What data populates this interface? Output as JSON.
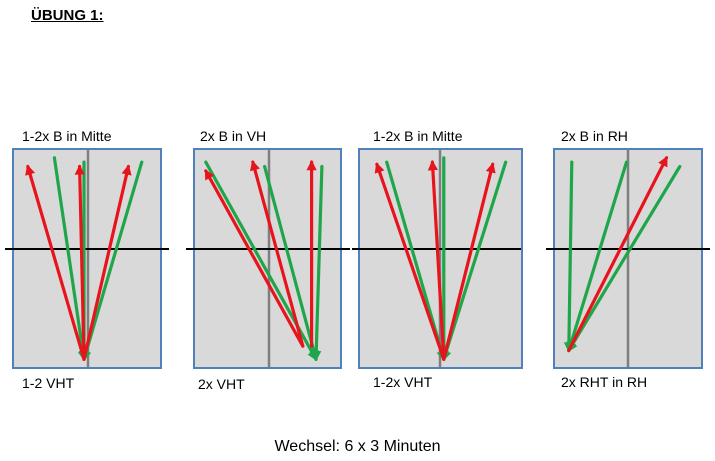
{
  "title": "ÜBUNG 1:",
  "panels": [
    {
      "top_label": "1-2x B in Mitte",
      "bottom_label": "1-2 VHT",
      "arrows": [
        {
          "color": "green",
          "from": [
            0.28,
            0.04
          ],
          "to": [
            0.48,
            0.96
          ]
        },
        {
          "color": "green",
          "from": [
            0.48,
            0.06
          ],
          "to": [
            0.48,
            0.96
          ]
        },
        {
          "color": "green",
          "from": [
            0.87,
            0.06
          ],
          "to": [
            0.48,
            0.96
          ]
        },
        {
          "color": "red",
          "from": [
            0.48,
            0.96
          ],
          "to": [
            0.1,
            0.08
          ]
        },
        {
          "color": "red",
          "from": [
            0.48,
            0.96
          ],
          "to": [
            0.45,
            0.08
          ]
        },
        {
          "color": "red",
          "from": [
            0.48,
            0.96
          ],
          "to": [
            0.78,
            0.08
          ]
        }
      ]
    },
    {
      "top_label": "2x B in VH",
      "bottom_label": "2x VHT",
      "arrows": [
        {
          "color": "green",
          "from": [
            0.08,
            0.06
          ],
          "to": [
            0.83,
            0.96
          ]
        },
        {
          "color": "green",
          "from": [
            0.48,
            0.08
          ],
          "to": [
            0.83,
            0.96
          ]
        },
        {
          "color": "green",
          "from": [
            0.87,
            0.08
          ],
          "to": [
            0.83,
            0.96
          ]
        },
        {
          "color": "red",
          "from": [
            0.74,
            0.9
          ],
          "to": [
            0.08,
            0.1
          ]
        },
        {
          "color": "red",
          "from": [
            0.74,
            0.9
          ],
          "to": [
            0.4,
            0.06
          ]
        },
        {
          "color": "red",
          "from": [
            0.8,
            0.9
          ],
          "to": [
            0.8,
            0.06
          ]
        }
      ]
    },
    {
      "top_label": "1-2x B in Mitte",
      "bottom_label": "1-2x VHT",
      "arrows": [
        {
          "color": "green",
          "from": [
            0.17,
            0.06
          ],
          "to": [
            0.52,
            0.96
          ]
        },
        {
          "color": "green",
          "from": [
            0.52,
            0.04
          ],
          "to": [
            0.52,
            0.96
          ]
        },
        {
          "color": "green",
          "from": [
            0.9,
            0.06
          ],
          "to": [
            0.52,
            0.96
          ]
        },
        {
          "color": "red",
          "from": [
            0.52,
            0.96
          ],
          "to": [
            0.11,
            0.07
          ]
        },
        {
          "color": "red",
          "from": [
            0.52,
            0.96
          ],
          "to": [
            0.45,
            0.06
          ]
        },
        {
          "color": "red",
          "from": [
            0.52,
            0.96
          ],
          "to": [
            0.82,
            0.07
          ]
        }
      ]
    },
    {
      "top_label": "2x B in RH",
      "bottom_label": "2x RHT in RH",
      "arrows": [
        {
          "color": "green",
          "from": [
            0.12,
            0.06
          ],
          "to": [
            0.1,
            0.92
          ]
        },
        {
          "color": "green",
          "from": [
            0.49,
            0.06
          ],
          "to": [
            0.1,
            0.92
          ]
        },
        {
          "color": "green",
          "from": [
            0.85,
            0.08
          ],
          "to": [
            0.1,
            0.92
          ]
        },
        {
          "color": "red",
          "from": [
            0.1,
            0.92
          ],
          "to": [
            0.76,
            0.04
          ]
        }
      ]
    }
  ],
  "footer": "Wechsel: 6 x 3 Minuten",
  "colors": {
    "panel_fill": "#d9d9d9",
    "panel_border": "#4f81bd",
    "center_line": "#7f7f7f",
    "halfway_line": "#000000",
    "green": "#1fa64a",
    "red": "#e8141d"
  }
}
